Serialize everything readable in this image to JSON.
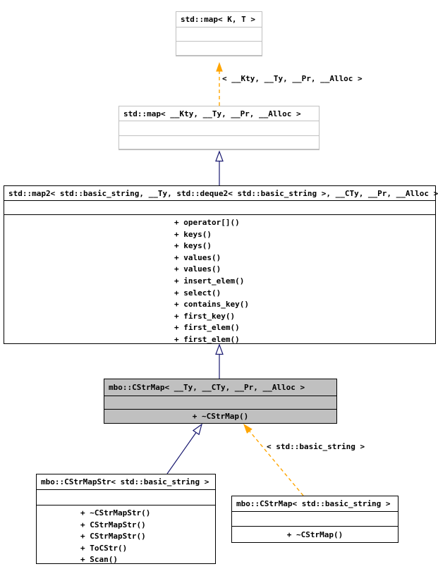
{
  "diagram": {
    "title_hint": "UML class inheritance diagram",
    "colors": {
      "background": "#ffffff",
      "inheritance_arrow": "#191970",
      "template_arrow": "#ffa500",
      "node_fill": "#ffffff",
      "highlighted_node_fill": "#c0c0c0",
      "external_node_border": "#c0c0c0",
      "node_border": "#000000",
      "text": "#000000"
    }
  },
  "nodes": {
    "std_map_kt": {
      "title": "std::map< K, T >"
    },
    "std_map_full": {
      "title": "std::map< __Kty, __Ty, __Pr, __Alloc >"
    },
    "std_map2": {
      "title": "std::map2< std::basic_string, __Ty, std::deque2< std::basic_string >, __CTy, __Pr, __Alloc >",
      "methods": [
        "+ operator[]()",
        "+ keys()",
        "+ keys()",
        "+ values()",
        "+ values()",
        "+ insert_elem()",
        "+ select()",
        "+ contains_key()",
        "+ first_key()",
        "+ first_elem()",
        "+ first_elem()"
      ]
    },
    "cstrmap_template": {
      "title": "mbo::CStrMap< __Ty, __CTy, __Pr, __Alloc >",
      "methods": [
        "+ ~CStrMap()"
      ]
    },
    "cstrmapstr": {
      "title": "mbo::CStrMapStr< std::basic_string >",
      "methods": [
        "+ ~CStrMapStr()",
        "+ CStrMapStr()",
        "+ CStrMapStr()",
        "+ ToCStr()",
        "+ Scan()"
      ]
    },
    "cstrmap_basic_string": {
      "title": "mbo::CStrMap< std::basic_string >",
      "methods": [
        "+ ~CStrMap()"
      ]
    }
  },
  "edge_labels": {
    "top_template_args": "< __Kty, __Ty, __Pr, __Alloc >",
    "bottom_template_args": "< std::basic_string >"
  }
}
